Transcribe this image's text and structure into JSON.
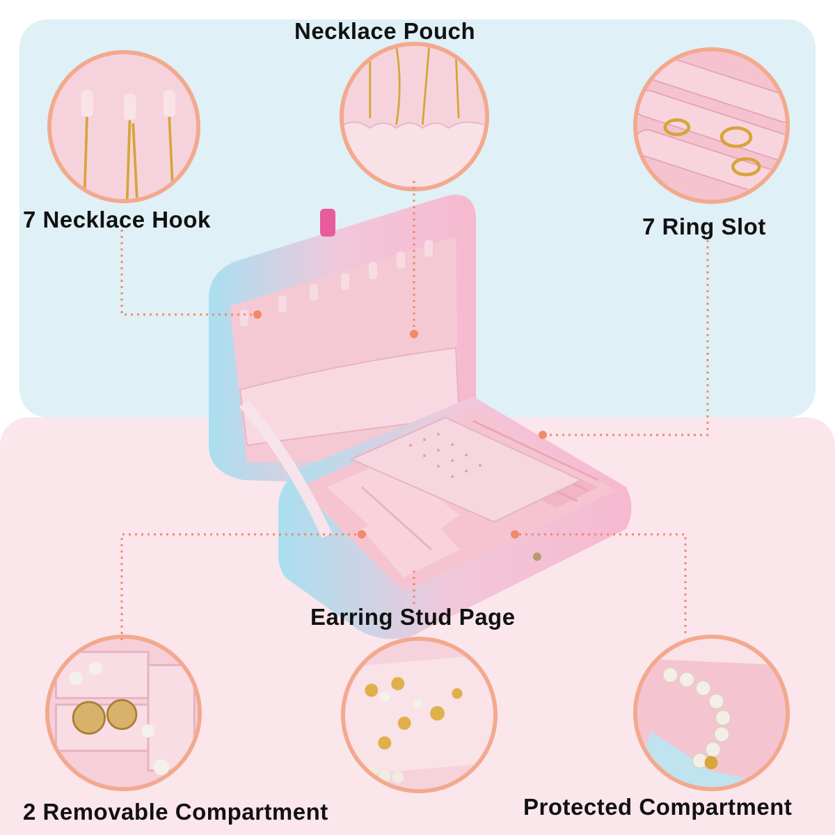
{
  "colors": {
    "accent": "#f3a98e",
    "top_background": "#dff0f6",
    "bottom_background": "#fbe6ec",
    "velvet": "#f4c9d3"
  },
  "labels": {
    "necklace_pouch": "Necklace Pouch",
    "necklace_hook": "7 Necklace Hook",
    "ring_slot": "7 Ring Slot",
    "earring_stud_page": "Earring Stud Page",
    "removable_compartment": "2 Removable Compartment",
    "protected_compartment": "Protected Compartment"
  }
}
